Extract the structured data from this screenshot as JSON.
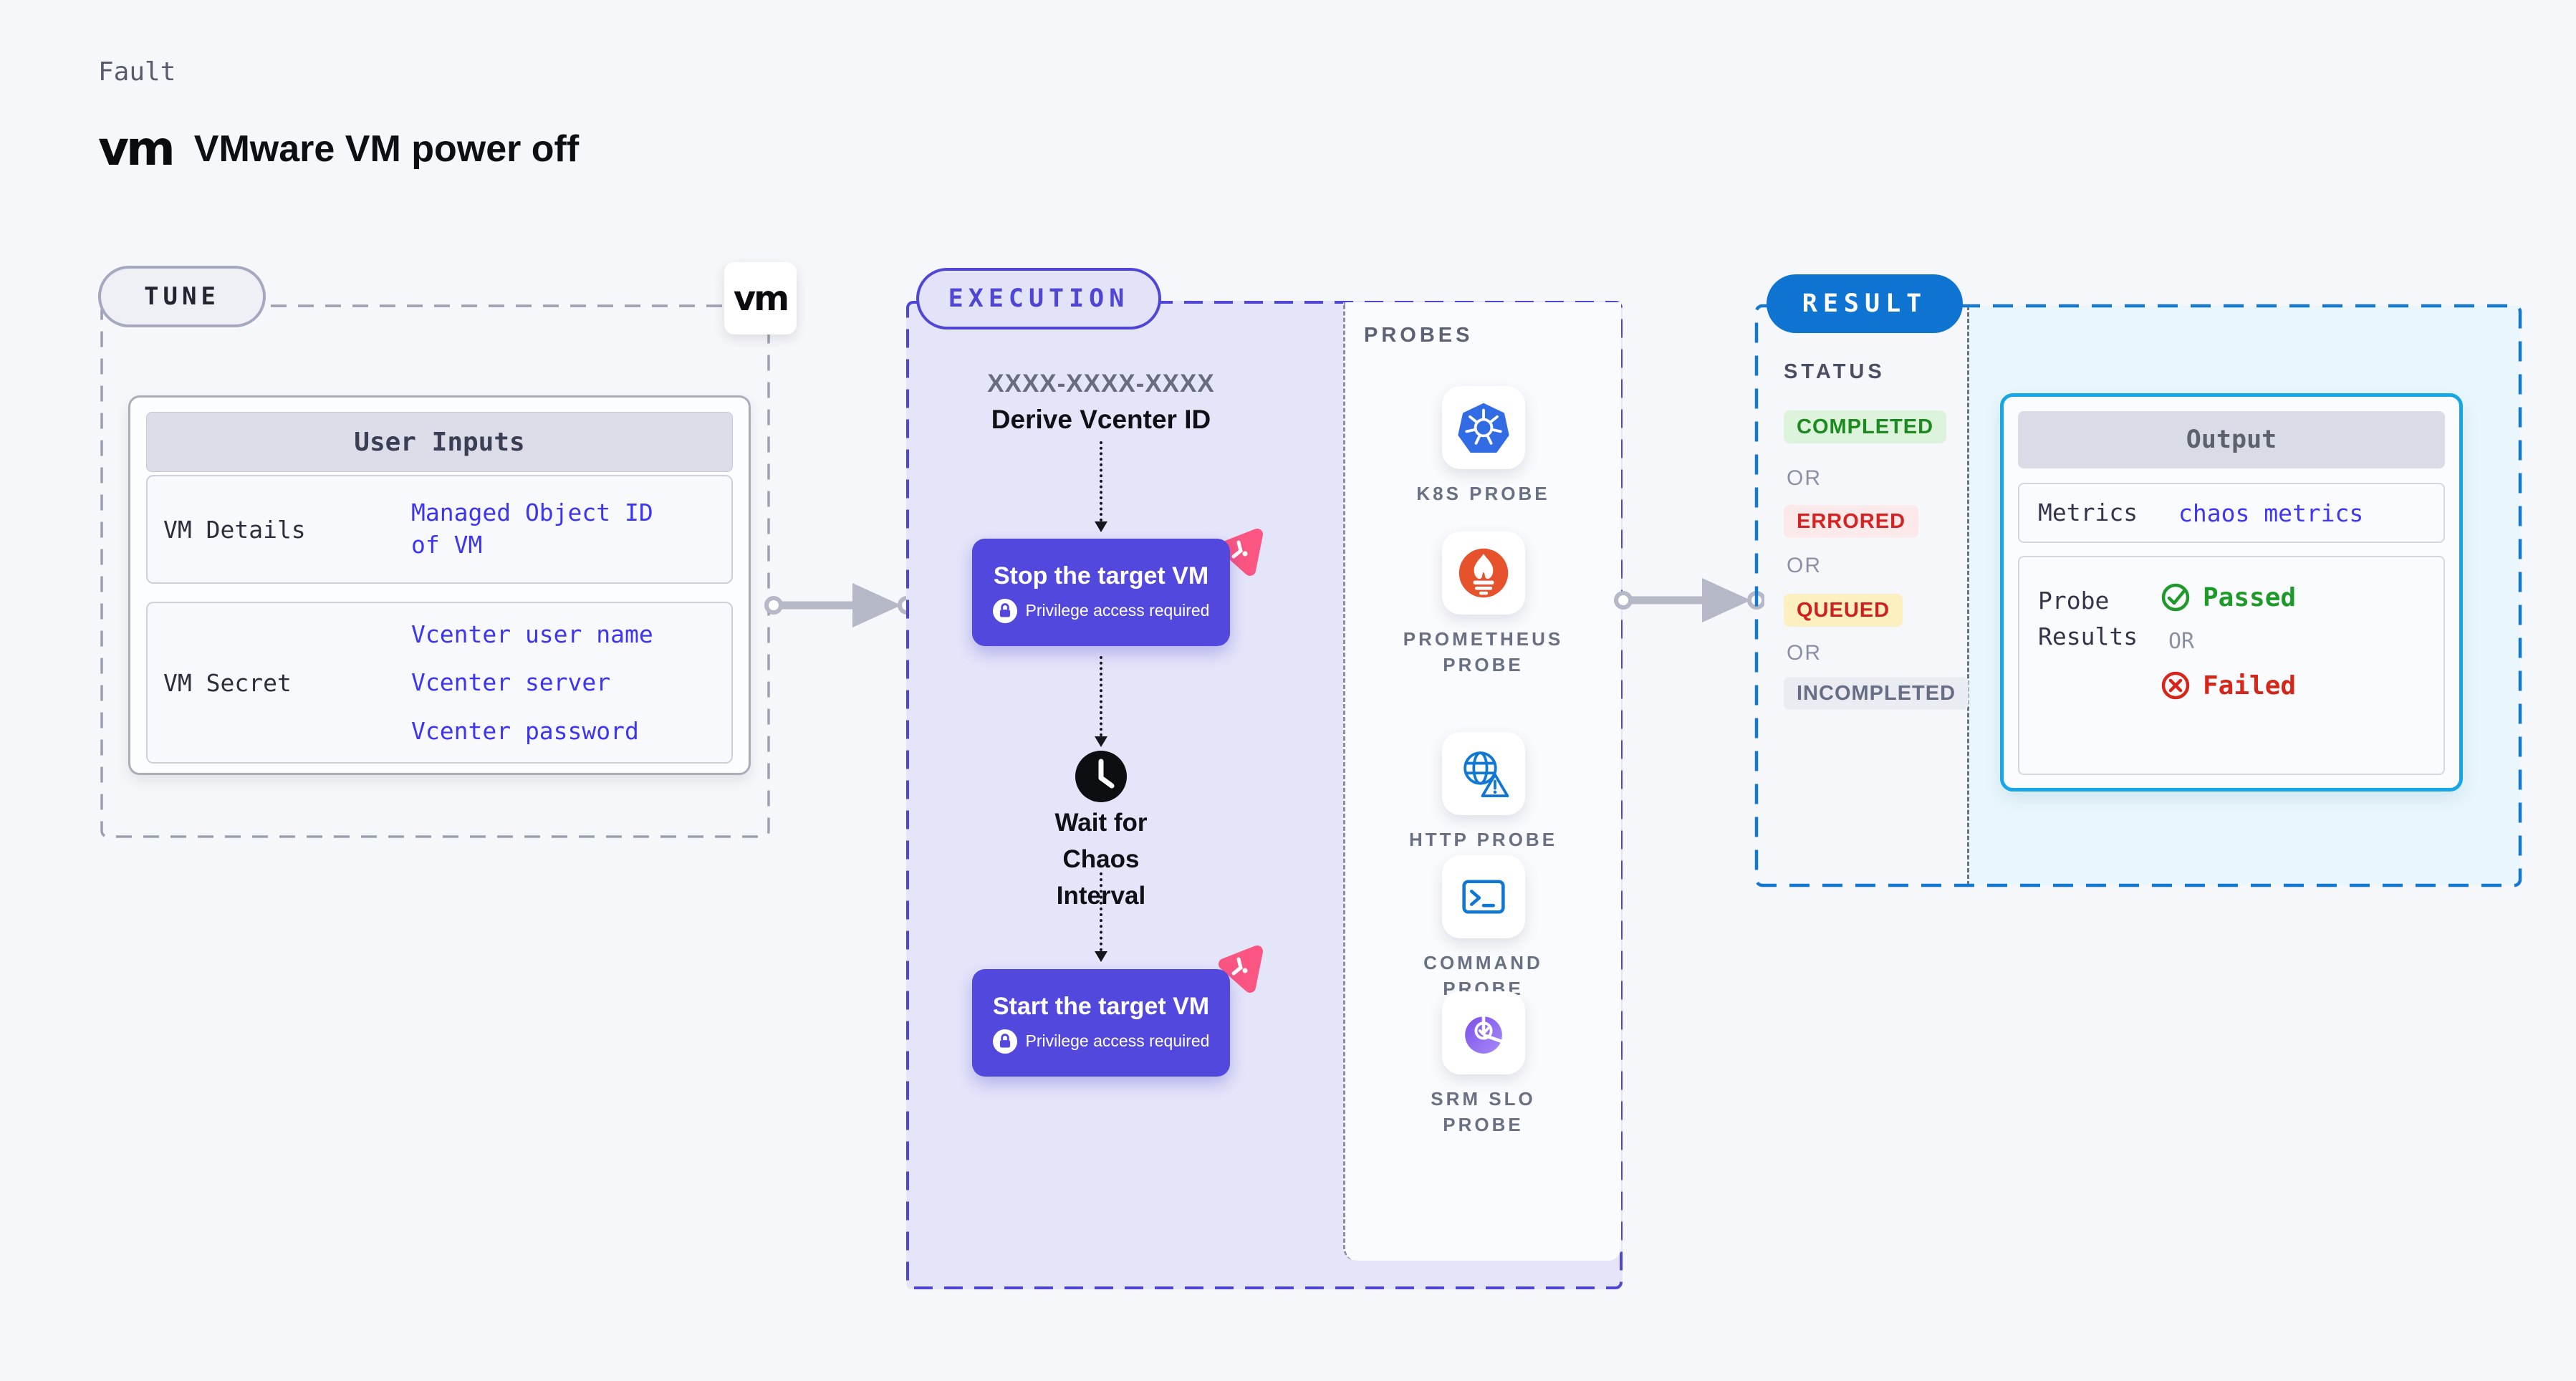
{
  "header": {
    "kind": "Fault",
    "logo": "vm",
    "title": "VMware VM power off"
  },
  "tune": {
    "badge": "TUNE",
    "logo": "vm",
    "user_inputs": {
      "header": "User Inputs",
      "rows": [
        {
          "label": "VM Details",
          "value": "Managed Object ID\nof VM"
        },
        {
          "label": "VM Secret",
          "value": "Vcenter user name\nVcenter server\nVcenter password"
        }
      ]
    }
  },
  "execution": {
    "badge": "EXECUTION",
    "derive_code": "XXXX-XXXX-XXXX",
    "derive_label": "Derive Vcenter ID",
    "stop_button": {
      "label": "Stop the target VM",
      "note": "Privilege access required"
    },
    "wait_label": "Wait for Chaos\nInterval",
    "start_button": {
      "label": "Start the target VM",
      "note": "Privilege access required"
    }
  },
  "probes": {
    "heading": "PROBES",
    "items": [
      {
        "icon": "kubernetes-icon",
        "label": "K8S PROBE"
      },
      {
        "icon": "prometheus-icon",
        "label": "PROMETHEUS\nPROBE"
      },
      {
        "icon": "http-globe-icon",
        "label": "HTTP PROBE"
      },
      {
        "icon": "terminal-icon",
        "label": "COMMAND\nPROBE"
      },
      {
        "icon": "srm-slo-icon",
        "label": "SRM SLO\nPROBE"
      }
    ]
  },
  "result": {
    "badge": "RESULT",
    "status": {
      "heading": "STATUS",
      "separator": "OR",
      "badges": [
        {
          "label": "COMPLETED",
          "kind": "completed",
          "bg": "#ddf3dc",
          "color": "#1b8a1f"
        },
        {
          "label": "ERRORED",
          "kind": "errored",
          "bg": "#fceaea",
          "color": "#d32322"
        },
        {
          "label": "QUEUED",
          "kind": "queued",
          "bg": "#fcefc0",
          "color": "#cf2020"
        },
        {
          "label": "INCOMPLETED",
          "kind": "incompleted",
          "bg": "#ebecf2",
          "color": "#666e85"
        }
      ]
    },
    "output": {
      "header": "Output",
      "metrics_label": "Metrics",
      "metrics_value": "chaos metrics",
      "probe_results_label": "Probe\nResults",
      "passed": "Passed",
      "separator": "OR",
      "failed": "Failed"
    }
  },
  "colors": {
    "page_bg": "#f6f7fa",
    "tune_dash": "#9aa0af",
    "execution_accent": "#4f46d6",
    "execution_fill": "#e5e5fa",
    "button_bg": "#5348dd",
    "litmus_pink": "#fb5581",
    "result_blue": "#0f74d1",
    "result_dash": "#1478cf",
    "result_fill": "#e9f6fc",
    "output_border": "#17a6e6",
    "value_blue": "#3d35f1",
    "passed_green": "#1d9a28",
    "failed_red": "#d62619",
    "kubernetes_blue": "#326ce5",
    "prometheus_orange": "#e6522c",
    "probe_icon_blue": "#1078d4",
    "srm_purple": "#7c4fe8",
    "arrow_gray": "#b4b8c7"
  }
}
